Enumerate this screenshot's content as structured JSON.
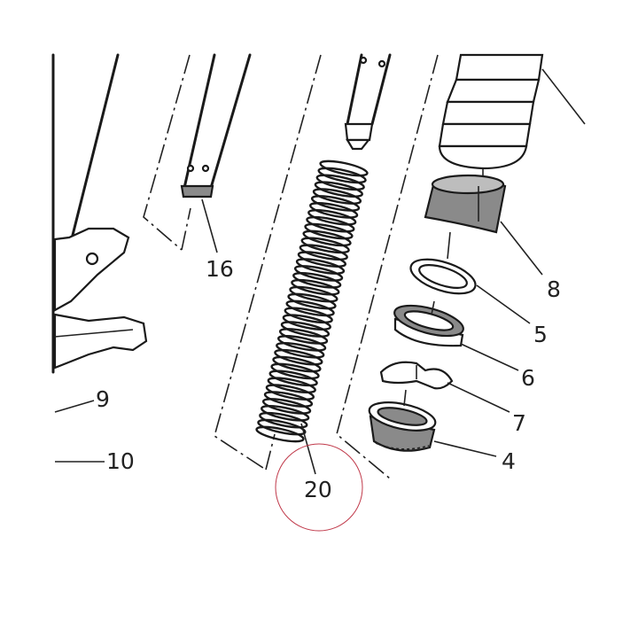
{
  "labels": {
    "l16": "16",
    "l8": "8",
    "l5": "5",
    "l6": "6",
    "l7": "7",
    "l4": "4",
    "l9": "9",
    "l10": "10",
    "l20": "20"
  },
  "colors": {
    "line": "#1a1a1a",
    "highlight_circle": "#c0394a",
    "grey_part": "#8a8a8a"
  }
}
